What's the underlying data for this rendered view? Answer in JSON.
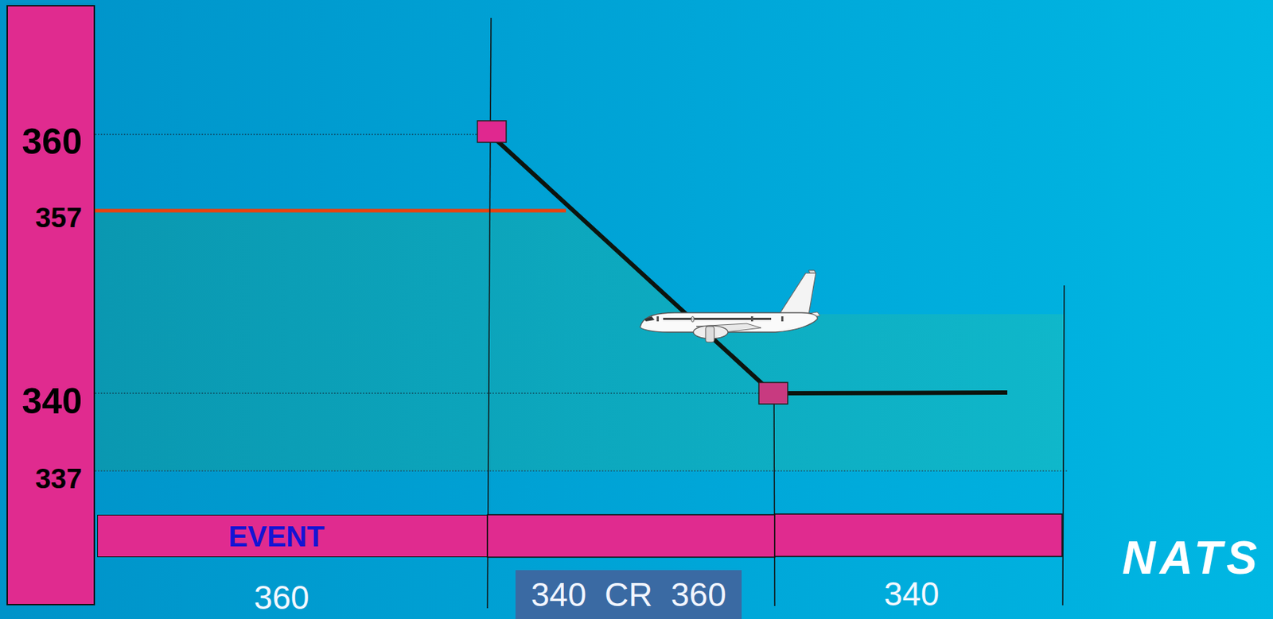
{
  "diagram": {
    "nodes": [
      {
        "text": [
          "360",
          "357",
          "340",
          "337"
        ]
      },
      {
        "text": [
          "EVENT"
        ]
      },
      {
        "text": [
          "340  CR  360"
        ]
      }
    ],
    "labels": [
      "360",
      "340",
      "NATS"
    ]
  }
}
